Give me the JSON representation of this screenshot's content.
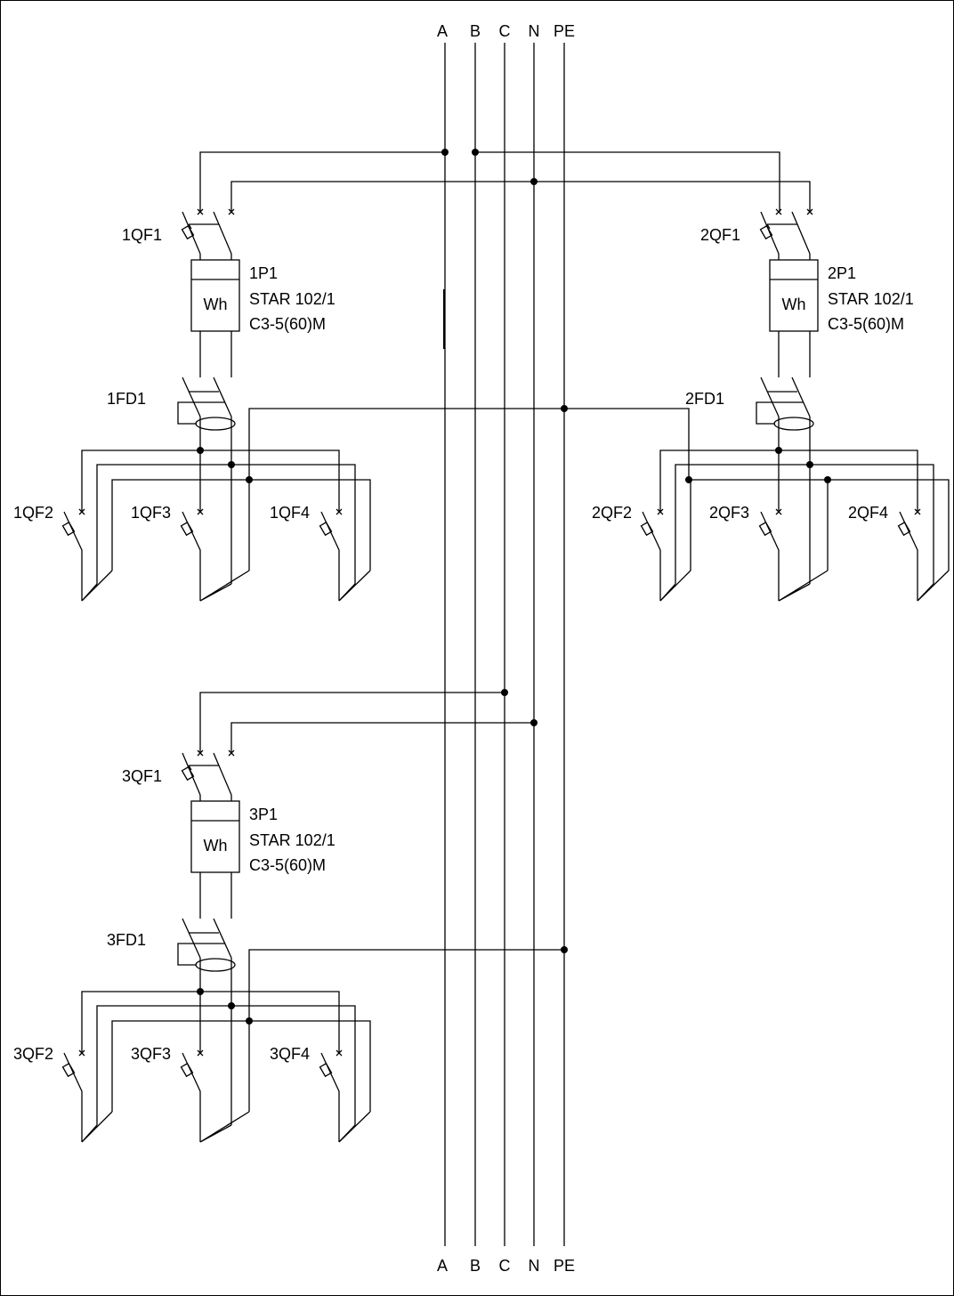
{
  "buses": {
    "labels": [
      "A",
      "B",
      "C",
      "N",
      "PE"
    ]
  },
  "groups": [
    {
      "id": "g1",
      "breaker": "1QF1",
      "meter": {
        "name": "1P1",
        "model": "STAR 102/1",
        "rating": "C3-5(60)M",
        "unit": "Wh"
      },
      "rcd": "1FD1",
      "outlets": [
        "1QF2",
        "1QF3",
        "1QF4"
      ]
    },
    {
      "id": "g2",
      "breaker": "2QF1",
      "meter": {
        "name": "2P1",
        "model": "STAR 102/1",
        "rating": "C3-5(60)M",
        "unit": "Wh"
      },
      "rcd": "2FD1",
      "outlets": [
        "2QF2",
        "2QF3",
        "2QF4"
      ]
    },
    {
      "id": "g3",
      "breaker": "3QF1",
      "meter": {
        "name": "3P1",
        "model": "STAR 102/1",
        "rating": "C3-5(60)M",
        "unit": "Wh"
      },
      "rcd": "3FD1",
      "outlets": [
        "3QF2",
        "3QF3",
        "3QF4"
      ]
    }
  ]
}
